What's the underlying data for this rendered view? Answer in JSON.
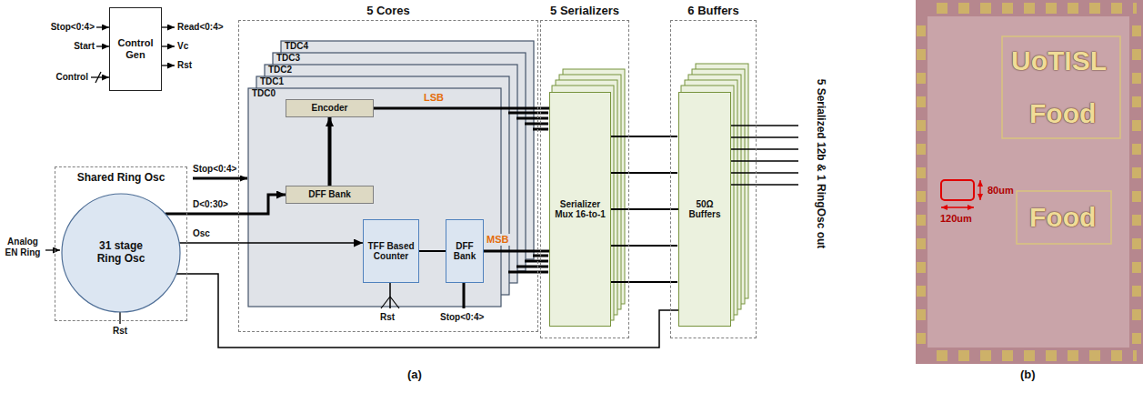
{
  "diagram": {
    "nodes": [
      {
        "text": [
          "Control Gen"
        ]
      },
      {
        "text": [
          "Shared Ring Osc"
        ]
      },
      {
        "text": [
          "31 stage Ring Osc"
        ],
        "in": 1
      },
      {
        "text": [
          "5 Cores"
        ]
      },
      {
        "text": [
          "TDC4"
        ],
        "in": 3
      },
      {
        "text": [
          "TDC3"
        ],
        "in": 3
      },
      {
        "text": [
          "TDC2"
        ],
        "in": 3
      },
      {
        "text": [
          "TDC1"
        ],
        "in": 3
      },
      {
        "text": [
          "TDC0"
        ],
        "in": 3
      },
      {
        "text": [
          "Encoder"
        ],
        "in": 8
      },
      {
        "text": [
          "DFF Bank"
        ],
        "in": 8
      },
      {
        "text": [
          "TFF Based Counter"
        ],
        "in": 8
      },
      {
        "text": [
          "DFF Bank"
        ],
        "in": 8
      },
      {
        "text": [
          "5 Serializers"
        ]
      },
      {
        "text": [
          "Serializer Mux 16-to-1"
        ],
        "in": 13
      },
      {
        "text": [
          "6 Buffers"
        ]
      },
      {
        "text": [
          "50Ω Buffers"
        ],
        "in": 15
      }
    ],
    "edges": [
      {
        "from": 2,
        "to": 10,
        "label": "D<0:30>",
        "arrow": "to"
      },
      {
        "from": 2,
        "to": 11,
        "label": "Osc",
        "arrow": "to"
      },
      {
        "from": 10,
        "to": 9,
        "arrow": "to"
      },
      {
        "from": 9,
        "to": 14,
        "label": "LSB",
        "arrow": "none"
      },
      {
        "from": 11,
        "to": 12,
        "arrow": "none"
      },
      {
        "from": 12,
        "to": 14,
        "label": "MSB",
        "arrow": "none"
      },
      {
        "from": 14,
        "to": 16,
        "arrow": "none"
      },
      {
        "from": 2,
        "to": 16,
        "arrow": "none"
      }
    ],
    "labels": [
      "Stop<0:4>",
      "Start",
      "Control",
      "Read<0:4>",
      "Vc",
      "Rst",
      "Analog EN Ring",
      "Rst",
      "Stop<0:4>",
      "Rst",
      "Stop<0:4>",
      "5 Serialized 12b & 1 RingOsc out",
      "(a)",
      "UoTISL",
      "Food",
      "Food",
      "80um",
      "120um",
      "(b)"
    ]
  }
}
